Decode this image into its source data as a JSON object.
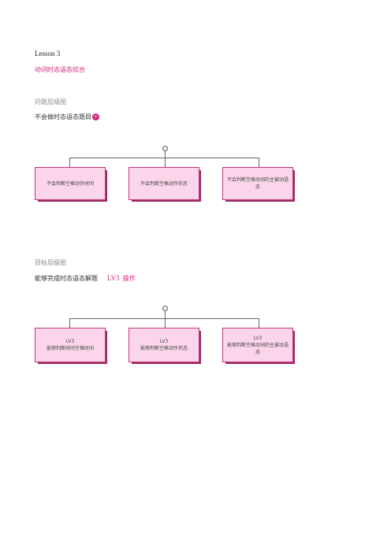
{
  "header": {
    "lesson": "Lesson 3",
    "subtitle": "动词时态语态综合"
  },
  "problem_section": {
    "label": "问题层级图",
    "heading": "不会做时态语态题目",
    "badge": "+",
    "boxes": [
      {
        "text": "不会判断空格动作时间"
      },
      {
        "text": "不会判断空格动作状态"
      },
      {
        "text": "不会判断空格动词的主被动语态"
      }
    ]
  },
  "goal_section": {
    "label": "目标层级图",
    "heading": "能够完成时态语态解题",
    "level": "LV3",
    "operation": "操作",
    "boxes": [
      {
        "level": "LV3",
        "text": "能够判断时间空格时间"
      },
      {
        "level": "LV3",
        "text": "能够判断空格动作状态"
      },
      {
        "level": "LV3",
        "text": "能够判断空格动词的主被动语态"
      }
    ]
  }
}
